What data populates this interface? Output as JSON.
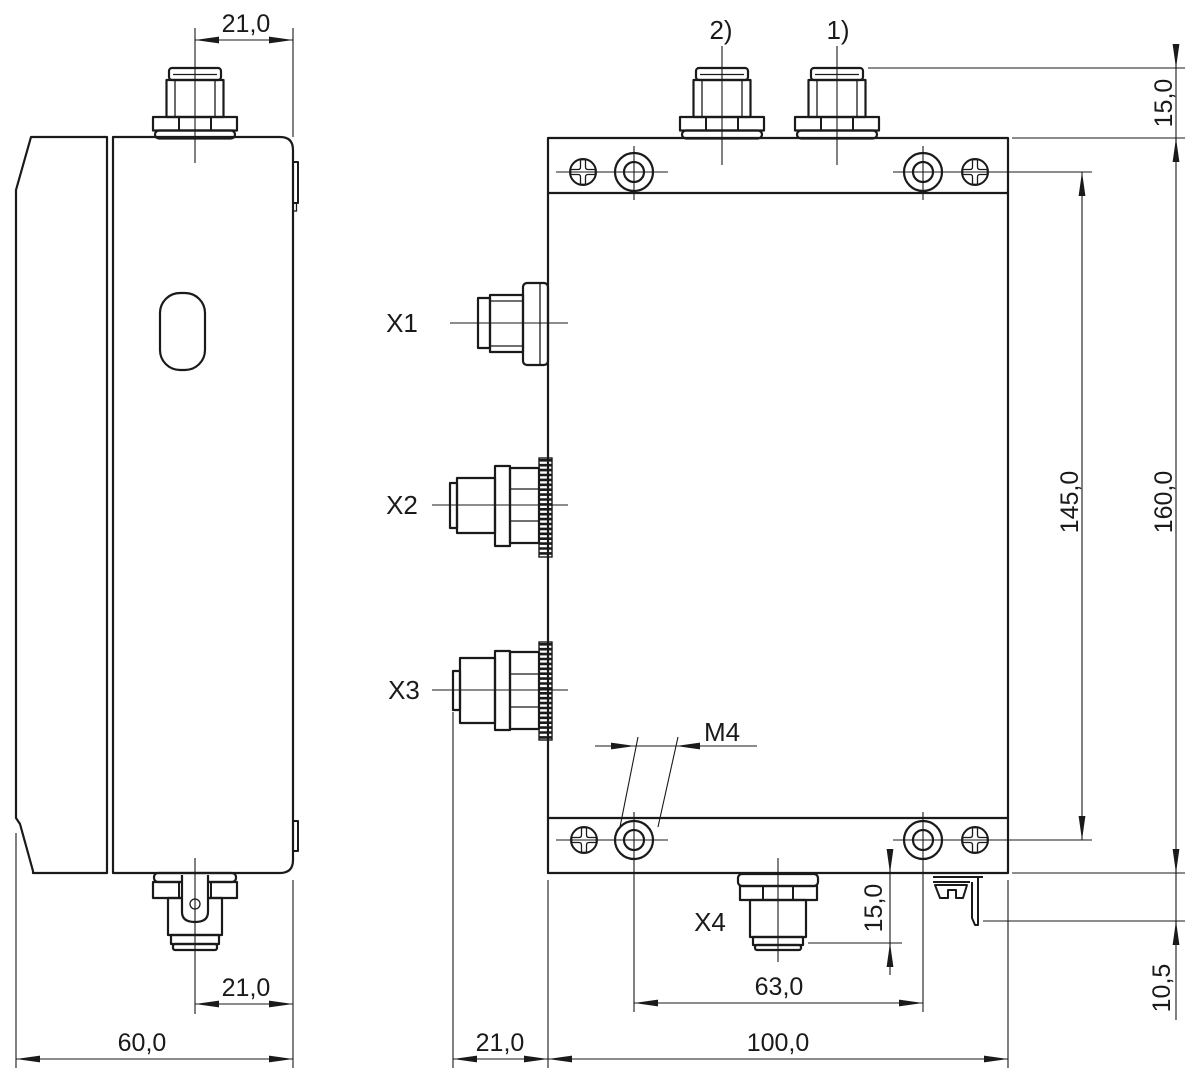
{
  "drawing": {
    "type": "technical-dimension-drawing",
    "background": "#ffffff",
    "line_color": "#1a1a1a",
    "side_view": {
      "dims": {
        "top_connector_offset": "21,0",
        "bottom_connector_offset": "21,0",
        "total_depth": "60,0"
      }
    },
    "front_view": {
      "callouts": {
        "note_2": "2)",
        "note_1": "1)",
        "thread_size": "M4"
      },
      "connector_labels": {
        "x1": "X1",
        "x2": "X2",
        "x3": "X3",
        "x4": "X4"
      },
      "dims": {
        "top_connector_protrusion": "15,0",
        "mounting_hole_spacing_vertical": "145,0",
        "housing_height": "160,0",
        "x4_connector_protrusion": "15,0",
        "mounting_hole_spacing_horizontal": "63,0",
        "x3_connector_protrusion": "21,0",
        "housing_width": "100,0",
        "rail_clip_offset": "10,5"
      }
    }
  }
}
